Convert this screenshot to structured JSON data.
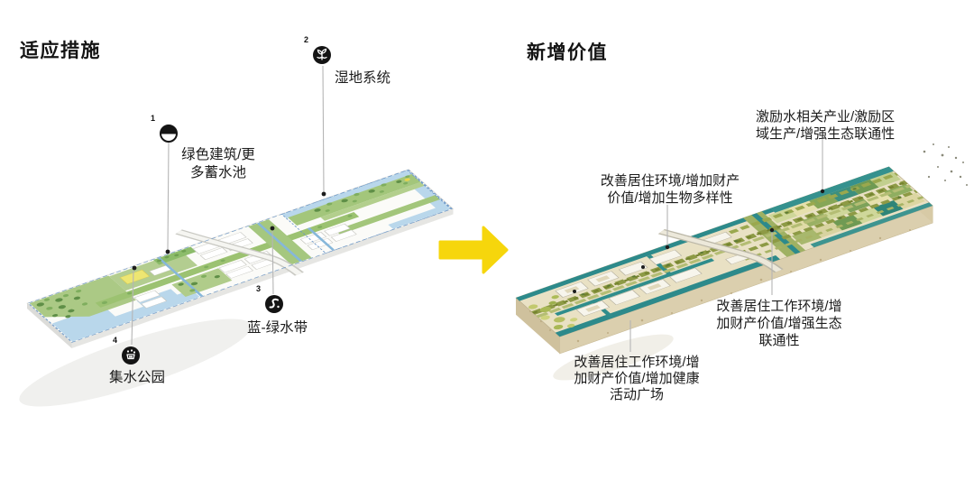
{
  "left_panel": {
    "title": "适应措施",
    "markers": [
      {
        "number": "1",
        "icon": "reservoir-icon",
        "lines": [
          "绿色建筑/更",
          "多蓄水池"
        ]
      },
      {
        "number": "2",
        "icon": "wetland-plant-icon",
        "lines": [
          "湿地系统"
        ]
      },
      {
        "number": "3",
        "icon": "water-wave-icon",
        "lines": [
          "蓝-绿水带"
        ]
      },
      {
        "number": "4",
        "icon": "catchment-park-icon",
        "lines": [
          "集水公园"
        ]
      }
    ]
  },
  "right_panel": {
    "title": "新增价值",
    "labels": [
      {
        "lines": [
          "激励水相关产业/激励区",
          "域生产/增强生态联通性"
        ]
      },
      {
        "lines": [
          "改善居住环境/增加财产",
          "价值/增加生物多样性"
        ]
      },
      {
        "lines": [
          "改善居住工作环境/增",
          "加财产价值/增强生态",
          "联通性"
        ]
      },
      {
        "lines": [
          "改善居住工作环境/增",
          "加财产价值/增加健康",
          "活动广场"
        ]
      }
    ]
  },
  "arrow": {
    "icon": "right-arrow-icon",
    "color": "#F6D60C"
  },
  "colors": {
    "marker_black": "#141414",
    "leader_gray": "#b5b5b5",
    "plan_water_blue": "#b9d7eb",
    "plan_border_blue": "#6a96c8",
    "lawn_green": "#abc985",
    "plaza_yellow": "#ede672",
    "teal_water": "#2d8a8b",
    "sand_base": "#e9e1c4",
    "arrow_yellow": "#F6D60C"
  }
}
